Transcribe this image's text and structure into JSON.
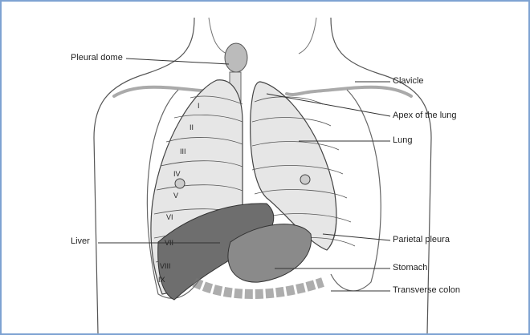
{
  "labels": {
    "pleural_dome": "Pleural dome",
    "clavicle": "Clavicle",
    "apex": "Apex of the lung",
    "lung": "Lung",
    "liver": "Liver",
    "parietal_pleura": "Parietal pleura",
    "stomach": "Stomach",
    "transverse_colon": "Transverse colon"
  },
  "ribs": [
    "I",
    "II",
    "III",
    "IV",
    "V",
    "VI",
    "VII",
    "VIII",
    "IX"
  ],
  "colors": {
    "border": "#7ea3d2",
    "organ": "#6e6e6e",
    "lung": "#e4e4e4",
    "line": "#333333"
  }
}
